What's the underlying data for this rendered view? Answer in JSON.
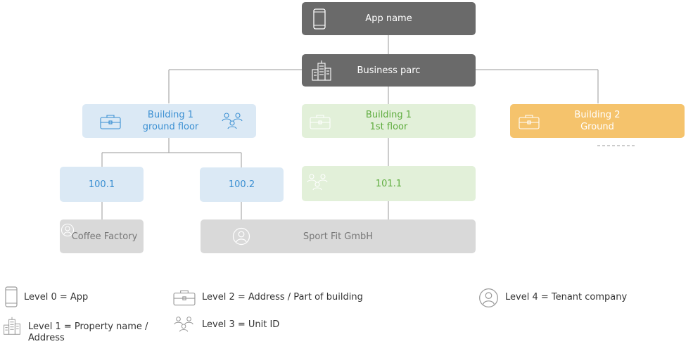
{
  "nodes": {
    "app": "App name",
    "parc": "Business parc",
    "b1g_line1": "Building 1",
    "b1g_line2": "ground floor",
    "b1f_line1": "Building 1",
    "b1f_line2": "1st floor",
    "b2g_line1": "Building 2",
    "b2g_line2": "Ground",
    "unit_1001": "100.1",
    "unit_1002": "100.2",
    "unit_1011": "101.1",
    "tenant_coffee": "Coffee Factory",
    "tenant_sport": "Sport Fit GmbH"
  },
  "legend": {
    "level0": "Level 0 = App",
    "level1": "Level 1 = Property name / Address",
    "level2": "Level 2 = Address / Part of building",
    "level3": "Level 3 = Unit ID",
    "level4": "Level 4 = Tenant company"
  },
  "colors": {
    "dark": "#6a6a6a",
    "blue": "#dbe9f5",
    "blue_text": "#3a8fd2",
    "green": "#e2f0d9",
    "green_text": "#5fad3f",
    "orange": "#f5c36c",
    "grey": "#d9d9d9"
  },
  "icons": {
    "level0": "phone-icon",
    "level1": "buildings-icon",
    "level2": "briefcase-icon",
    "level3": "people-group-icon",
    "level4": "person-circle-icon"
  }
}
